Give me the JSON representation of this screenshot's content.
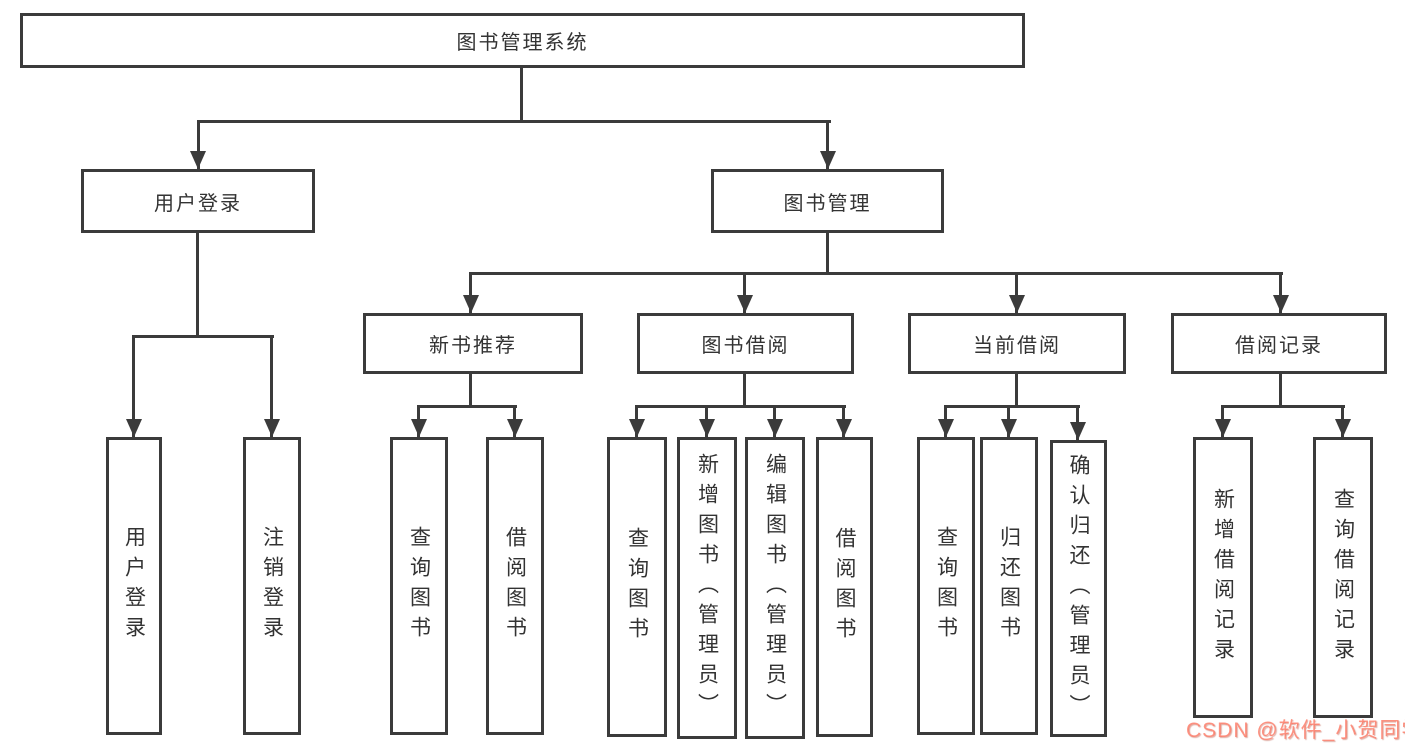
{
  "diagram": {
    "root": {
      "label": "图书管理系统"
    },
    "branches": [
      {
        "label": "用户登录",
        "children": [
          {
            "label": "用户登录"
          },
          {
            "label": "注销登录"
          }
        ]
      },
      {
        "label": "图书管理",
        "children": [
          {
            "label": "新书推荐",
            "children": [
              {
                "label": "查询图书"
              },
              {
                "label": "借阅图书"
              }
            ]
          },
          {
            "label": "图书借阅",
            "children": [
              {
                "label": "查询图书"
              },
              {
                "label": "新增图书（管理员）"
              },
              {
                "label": "编辑图书（管理员）"
              },
              {
                "label": "借阅图书"
              }
            ]
          },
          {
            "label": "当前借阅",
            "children": [
              {
                "label": "查询图书"
              },
              {
                "label": "归还图书"
              },
              {
                "label": "确认归还（管理员）"
              }
            ]
          },
          {
            "label": "借阅记录",
            "children": [
              {
                "label": "新增借阅记录"
              },
              {
                "label": "查询借阅记录"
              }
            ]
          }
        ]
      }
    ]
  },
  "watermark": {
    "text": "CSDN @软件_小贺同学"
  },
  "colors": {
    "line": "#3b3b3b",
    "text": "#333333",
    "bg": "#ffffff",
    "watermark_accent": "#fc5531"
  }
}
